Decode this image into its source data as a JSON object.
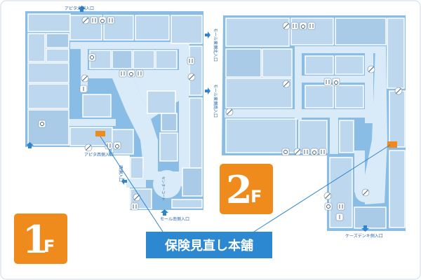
{
  "floor1": {
    "badge_number": "1",
    "badge_suffix": "F",
    "entrances": {
      "top": "アピタ北側入口",
      "right_top": "モール東側北入口",
      "right_mid": "モール東側南入口",
      "bottom_left": "アピタ西側入口",
      "left_vertical": "西側入口",
      "bottom": "モール南側入口",
      "center": "センターコート"
    },
    "store_color": "#ef8a1c"
  },
  "floor2": {
    "badge_number": "2",
    "badge_suffix": "F",
    "entrances": {
      "bottom": "ケーズデンキ側入口"
    },
    "store_color": "#ef8a1c"
  },
  "callout": {
    "store_name": "保険見直し本舗",
    "box_color": "#2d88d2"
  },
  "colors": {
    "floor_fill": "#89bde6",
    "shop_block": "#bcd7ee",
    "corridor": "#d9ebf8",
    "accent": "#ef8a1c",
    "leader": "#2e86d0"
  },
  "icons": [
    "restroom-icon",
    "no-smoking-icon",
    "stroller-icon",
    "elevator-icon",
    "wheelchair-icon",
    "info-icon"
  ]
}
